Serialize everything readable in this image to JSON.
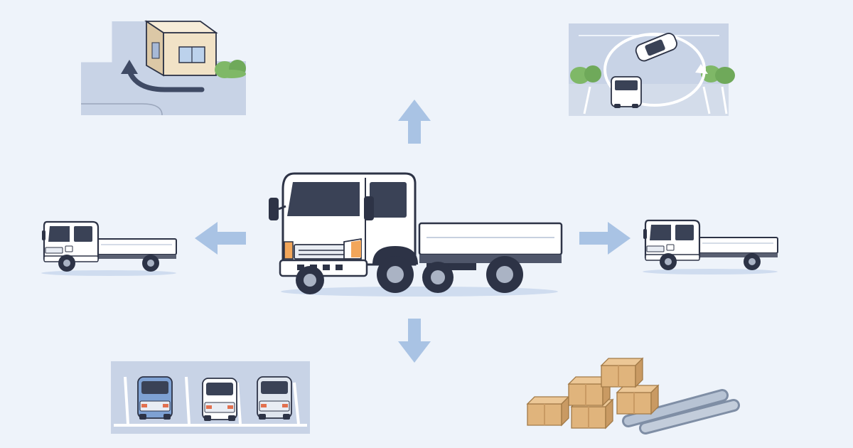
{
  "diagram": {
    "background": "#eef3fa",
    "center": {
      "element": "flatbed-truck",
      "cab_color": "#ffffff",
      "outline_color": "#2d3346",
      "light_color": "#f2a65a"
    },
    "arrows": {
      "color": "#a9c3e4",
      "directions": [
        "up",
        "down",
        "left",
        "right"
      ]
    },
    "scenes": [
      {
        "id": "narrow-street-turn",
        "direction": "up-left"
      },
      {
        "id": "turnaround-in-parking-lot",
        "direction": "up-right"
      },
      {
        "id": "compact-flatbed-truck",
        "direction": "left"
      },
      {
        "id": "compact-flatbed-truck",
        "direction": "right"
      },
      {
        "id": "parking-spaces",
        "direction": "down-left"
      },
      {
        "id": "boxes-and-pipes-cargo",
        "direction": "down-right"
      }
    ],
    "colors": {
      "road": "#c8d3e6",
      "building_wall": "#f1e2c6",
      "bush": "#7fb867",
      "box": "#e0b47c",
      "pipe": "#a9b7ca",
      "van_blue": "#7ea1d3"
    }
  }
}
